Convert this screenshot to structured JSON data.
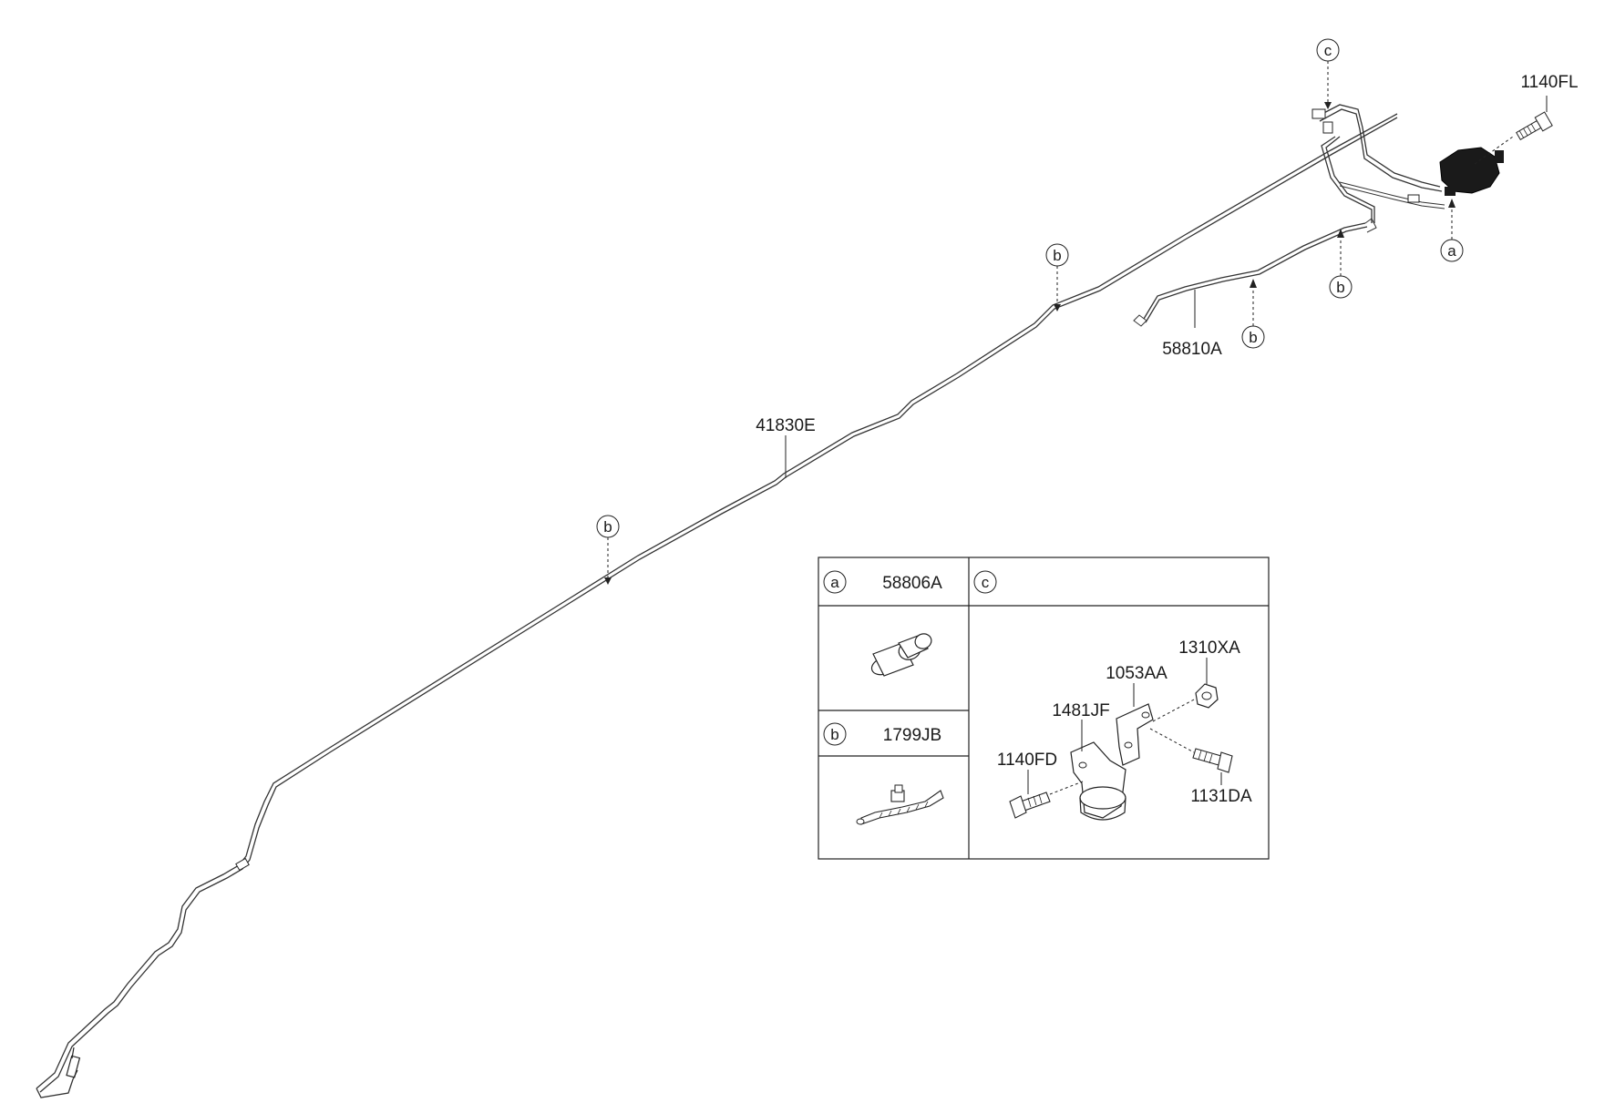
{
  "callouts": [
    {
      "id": "c-top",
      "letter": "c"
    },
    {
      "id": "a-right",
      "letter": "a"
    },
    {
      "id": "b-1",
      "letter": "b"
    },
    {
      "id": "b-2",
      "letter": "b"
    },
    {
      "id": "b-3",
      "letter": "b"
    },
    {
      "id": "b-4",
      "letter": "b"
    }
  ],
  "part_labels": {
    "bolt_top": "1140FL",
    "hose": "58810A",
    "brake_tube": "41830E"
  },
  "legend": {
    "a": {
      "letter": "a",
      "part": "58806A"
    },
    "b": {
      "letter": "b",
      "part": "1799JB"
    },
    "c": {
      "letter": "c",
      "parts": {
        "nut": "1310XA",
        "bracket": "1053AA",
        "clip": "1481JF",
        "bolt_left": "1140FD",
        "bolt_right": "1131DA"
      }
    }
  }
}
